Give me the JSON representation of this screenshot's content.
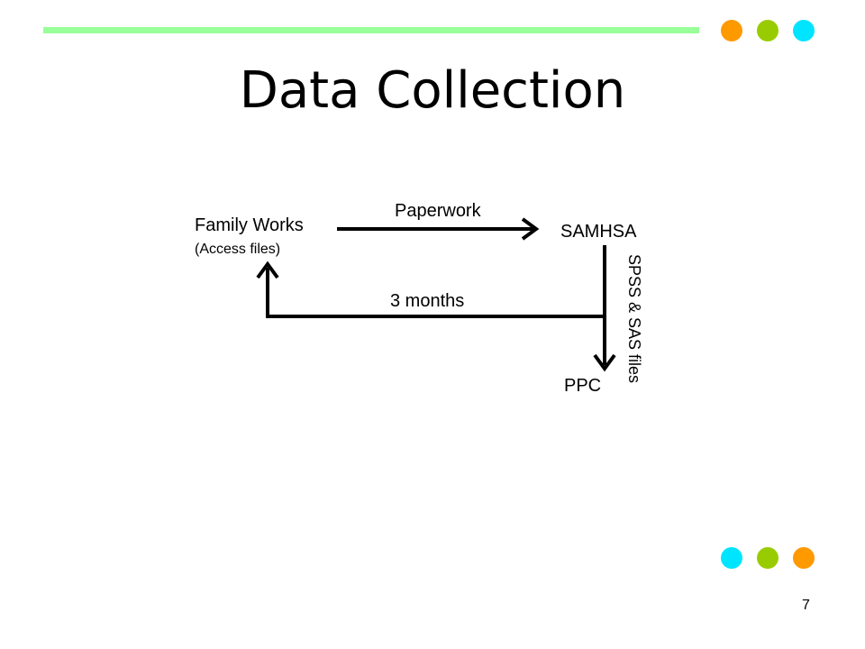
{
  "slide": {
    "title": "Data Collection",
    "page_number": "7"
  },
  "colors": {
    "rule": "#99ff99",
    "dot_orange": "#ff9900",
    "dot_green": "#99cc00",
    "dot_cyan": "#00e5ff",
    "arrow": "#000000"
  },
  "diagram": {
    "nodes": {
      "family_works": {
        "label": "Family Works",
        "sublabel": "(Access files)"
      },
      "samhsa": {
        "label": "SAMHSA"
      },
      "ppc": {
        "label": "PPC"
      }
    },
    "edges": {
      "paperwork": {
        "label": "Paperwork",
        "from": "Family Works",
        "to": "SAMHSA"
      },
      "spss_sas": {
        "label": "SPSS & SAS  files",
        "from": "SAMHSA",
        "to": "PPC"
      },
      "three_months": {
        "label": "3 months",
        "from": "SAMHSA",
        "to": "Family Works"
      }
    }
  }
}
